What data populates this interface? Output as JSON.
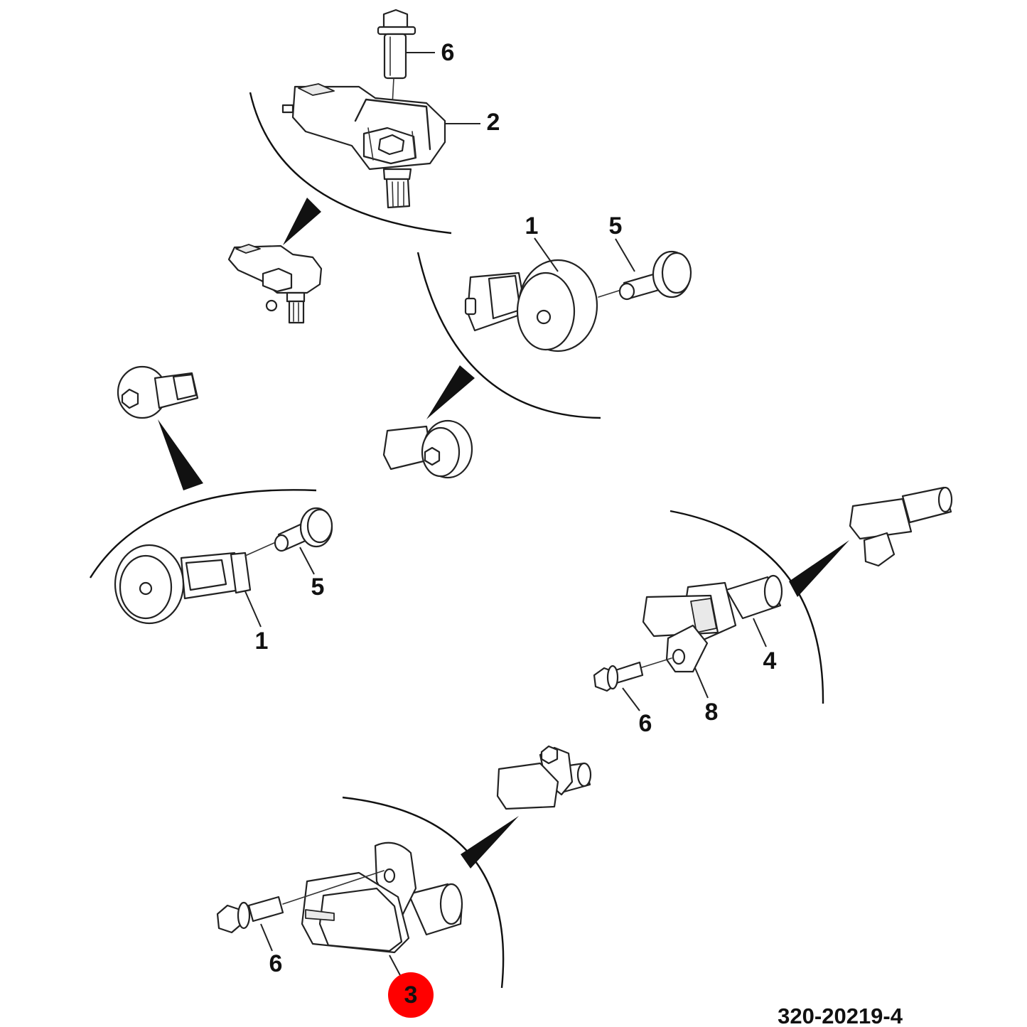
{
  "diagram": {
    "reference_number": "320-20219-4",
    "highlight_color": "#ff0000",
    "callouts": [
      {
        "id": "bolt-top",
        "label": "6"
      },
      {
        "id": "map-sensor",
        "label": "2"
      },
      {
        "id": "knock-sensor-right",
        "label": "1"
      },
      {
        "id": "stud-right",
        "label": "5"
      },
      {
        "id": "stud-left",
        "label": "5"
      },
      {
        "id": "knock-sensor-left",
        "label": "1"
      },
      {
        "id": "crank-sensor",
        "label": "4"
      },
      {
        "id": "bolt-middle",
        "label": "6"
      },
      {
        "id": "bracket",
        "label": "8"
      },
      {
        "id": "bolt-bottom",
        "label": "6"
      },
      {
        "id": "cam-sensor",
        "label": "3",
        "highlighted": true
      }
    ]
  }
}
